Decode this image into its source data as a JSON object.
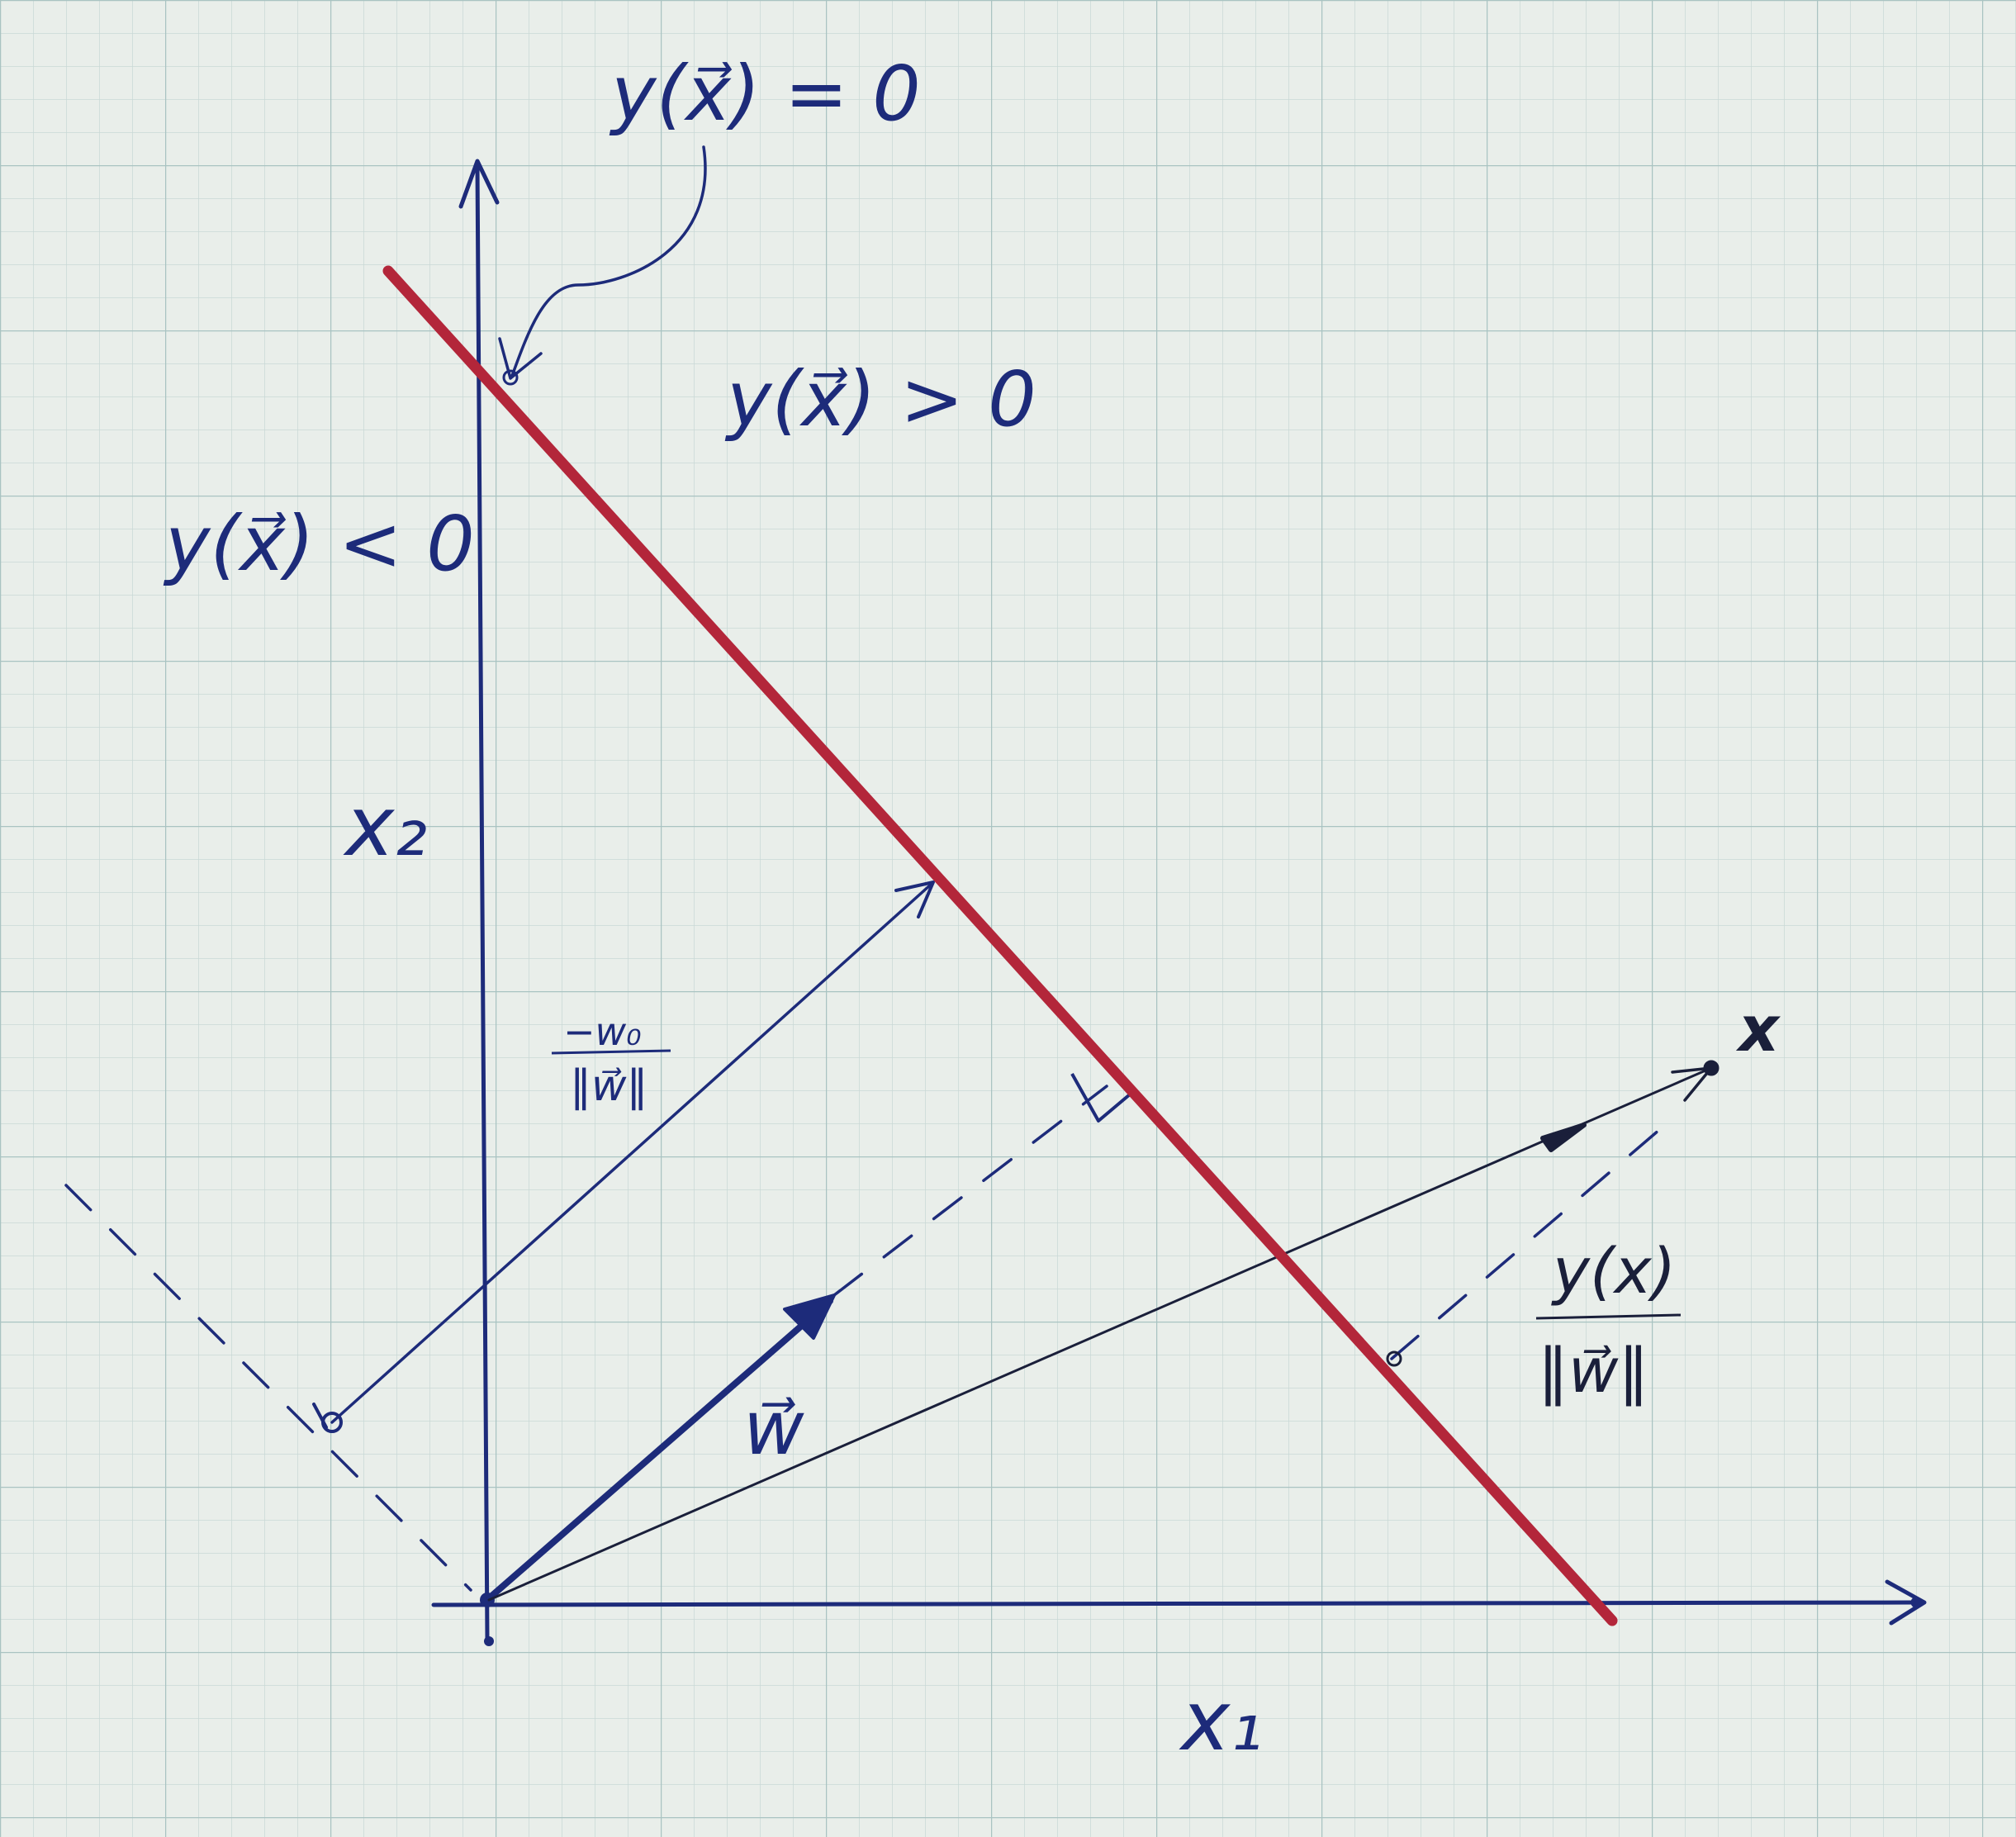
{
  "labels": {
    "eq_zero": "y(x⃗) = 0",
    "pos_region": "y(x⃗) > 0",
    "neg_region": "y(x⃗) < 0",
    "axis_x2": "x₂",
    "axis_x1": "x₁",
    "offset_num": "−w₀",
    "offset_den": "‖w⃗‖",
    "weight_vec": "w⃗",
    "dist_num": "y(x)",
    "dist_den": "‖w⃗‖",
    "point": "x"
  },
  "colors": {
    "paper": "#e9eeea",
    "grid_minor": "#c9d8d6",
    "grid_major": "#a9c3c2",
    "ink_blue": "#1d2b7a",
    "ink_dark": "#1a1f3a",
    "boundary_red": "#b3263a"
  }
}
